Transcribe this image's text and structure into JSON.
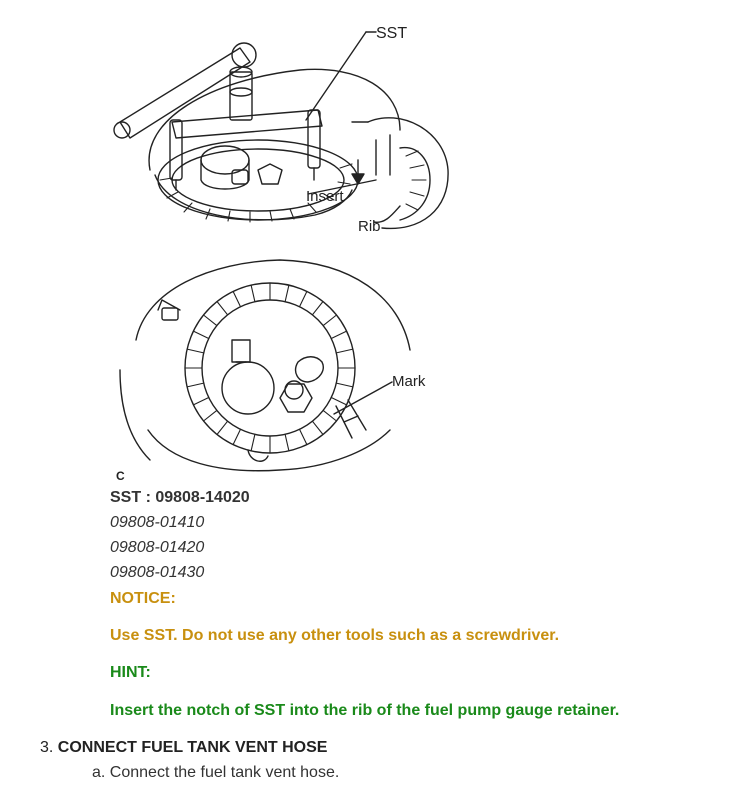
{
  "figure": {
    "label_sst": "SST",
    "label_insert": "Insert",
    "label_rib": "Rib",
    "label_mark": "Mark",
    "label_code": "C"
  },
  "sst": {
    "main": "SST : 09808-14020",
    "part_numbers": [
      "09808-01410",
      "09808-01420",
      "09808-01430"
    ]
  },
  "notice": {
    "title": "NOTICE:",
    "text": "Use SST. Do not use any other tools such as a screwdriver."
  },
  "hint": {
    "title": "HINT:",
    "text": "Insert the notch of SST into the rib of the fuel pump gauge retainer."
  },
  "step": {
    "number": "3.",
    "title": "CONNECT FUEL TANK VENT HOSE",
    "substep_letter": "a.",
    "substep_text": "Connect the fuel tank vent hose."
  },
  "colors": {
    "notice": "#c8900f",
    "hint": "#1a8a1a"
  }
}
